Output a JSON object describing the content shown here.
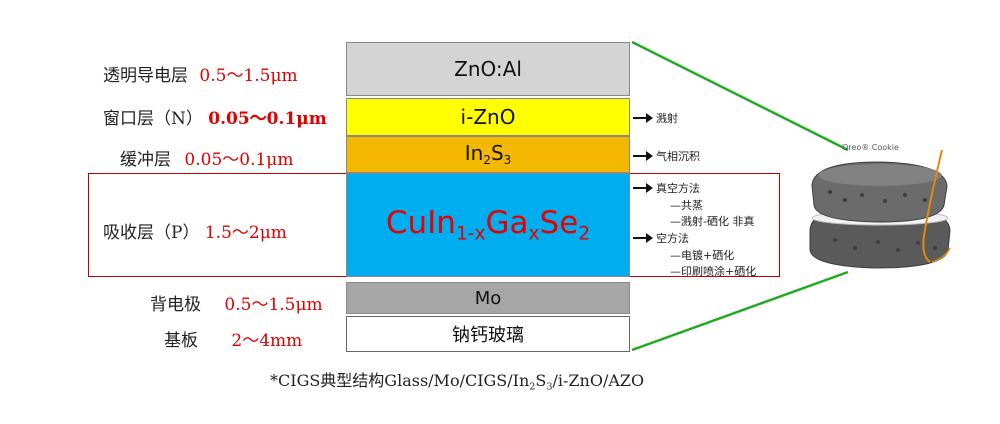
{
  "labels": [
    {
      "name": "透明导电层",
      "value": "0.5～1.5μm"
    },
    {
      "name": "窗口层（N）",
      "value": "0.05～0.1μm"
    },
    {
      "name": "缓冲层",
      "value": "0.05～0.1μm"
    },
    {
      "name": "吸收层（P）",
      "value": "1.5～2μm"
    },
    {
      "name": "背电极",
      "value": "0.5～1.5μm"
    },
    {
      "name": "基板",
      "value": "2～4mm"
    }
  ],
  "layers": {
    "zno_al": "ZnO:Al",
    "i_zno": "i-ZnO",
    "in2s3": {
      "base": "In",
      "sub1": "2",
      "mid": "S",
      "sub2": "3"
    },
    "cigs": {
      "p1": "CuIn",
      "s1": "1-x",
      "p2": "Ga",
      "s2": "x",
      "p3": "Se",
      "s3": "2"
    },
    "mo": "Mo",
    "glass": "钠钙玻璃"
  },
  "notes": {
    "sputter": "溅射",
    "vapor": "气相沉积",
    "vacuum": "真空方法",
    "coevap": "—共蒸",
    "sputter_selen": "—溅射-硒化 非真",
    "nonvac": "空方法",
    "plating": "—电镀+硒化",
    "printing": "—印刷喷涂+硒化"
  },
  "photo_caption": "Oreo® Cookie",
  "caption": {
    "prefix": "*CIGS典型结构Glass/Mo/CIGS/In",
    "s1": "2",
    "mid": "S",
    "s2": "3",
    "suffix": "/i-ZnO/AZO"
  },
  "colors": {
    "zno_al": "#d4d4d4",
    "i_zno": "#ffff00",
    "in2s3": "#f5b800",
    "cigs": "#00aef0",
    "mo": "#a6a6a6",
    "glass": "#ffffff",
    "value_red": "#e00000",
    "cigs_text": "#e60000",
    "guide_green": "#22aa22"
  }
}
